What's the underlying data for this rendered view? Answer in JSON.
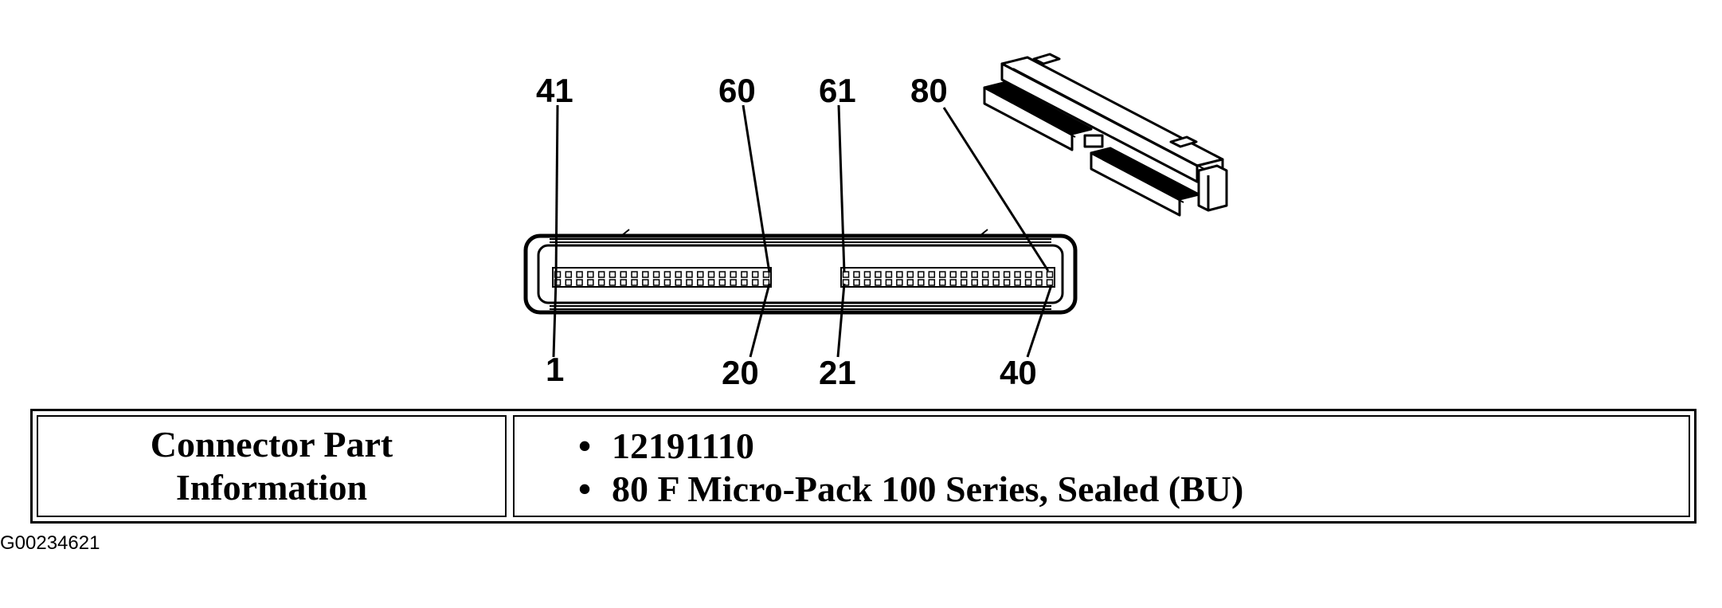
{
  "diagram": {
    "pin_labels_top": [
      "41",
      "60",
      "61",
      "80"
    ],
    "pin_labels_bottom": [
      "1",
      "20",
      "21",
      "40"
    ]
  },
  "table": {
    "header_line1": "Connector Part",
    "header_line2": "Information",
    "items": [
      "12191110",
      "80 F Micro-Pack 100 Series, Sealed (BU)"
    ],
    "bullet": "•"
  },
  "figure_id": "G00234621"
}
